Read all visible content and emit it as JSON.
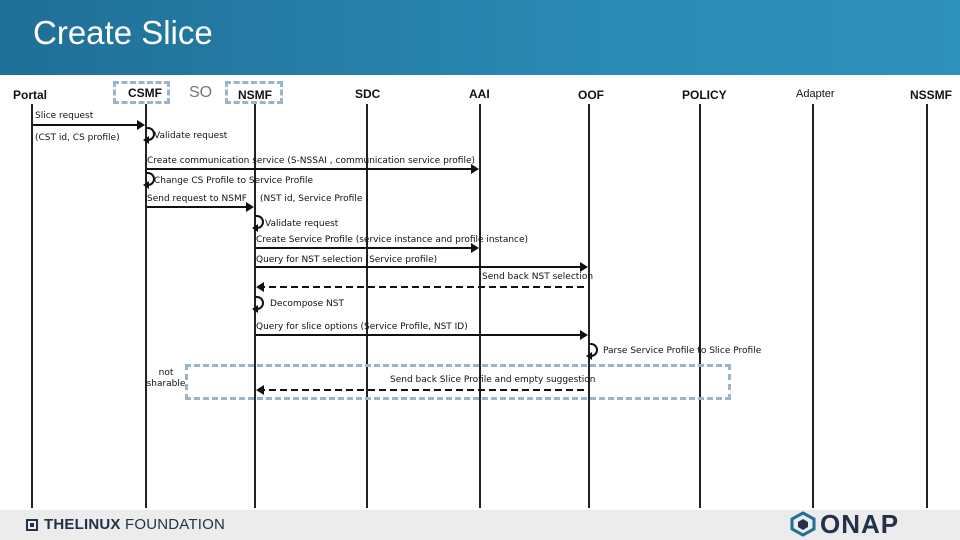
{
  "header": {
    "title": "Create Slice"
  },
  "actors": {
    "portal": "Portal",
    "csmf": "CSMF",
    "so": "SO",
    "nsmf": "NSMF",
    "sdc": "SDC",
    "aai": "AAI",
    "oof": "OOF",
    "policy": "POLICY",
    "adapter": "Adapter",
    "nssmf": "NSSMF"
  },
  "messages": {
    "slice_request": "Slice request",
    "cst_id": "(CST id, CS profile)",
    "validate_request_1": "Validate request",
    "create_comm_service": "Create communication service (S-NSSAI , communication service profile)",
    "change_cs_profile": "Change CS Profile to Service Profile",
    "send_request_nsmf": "Send request to NSMF",
    "nst_id": "(NST id, Service Profile )",
    "validate_request_2": "Validate request",
    "create_service_profile": "Create Service Profile (service instance and profile instance)",
    "query_nst": "Query for NST selection (Service profile)",
    "send_back_nst": "Send back NST selection",
    "decompose_nst": "Decompose NST",
    "query_slice_options": "Query for slice options (Service Profile, NST ID)",
    "parse_service_profile": "Parse Service Profile to Slice Profile",
    "not_sharable": "not sharable",
    "send_back_slice_profile": "Send back Slice Profile and empty suggestion"
  },
  "footer": {
    "linux_foundation_bold": "THELINUX",
    "linux_foundation_rest": " FOUNDATION",
    "onap": "ONAP"
  },
  "colors": {
    "header": "#2a89b3",
    "dashed_box": "#9ab3cc",
    "footer": "#ececec",
    "logo_navy": "#23324a"
  }
}
